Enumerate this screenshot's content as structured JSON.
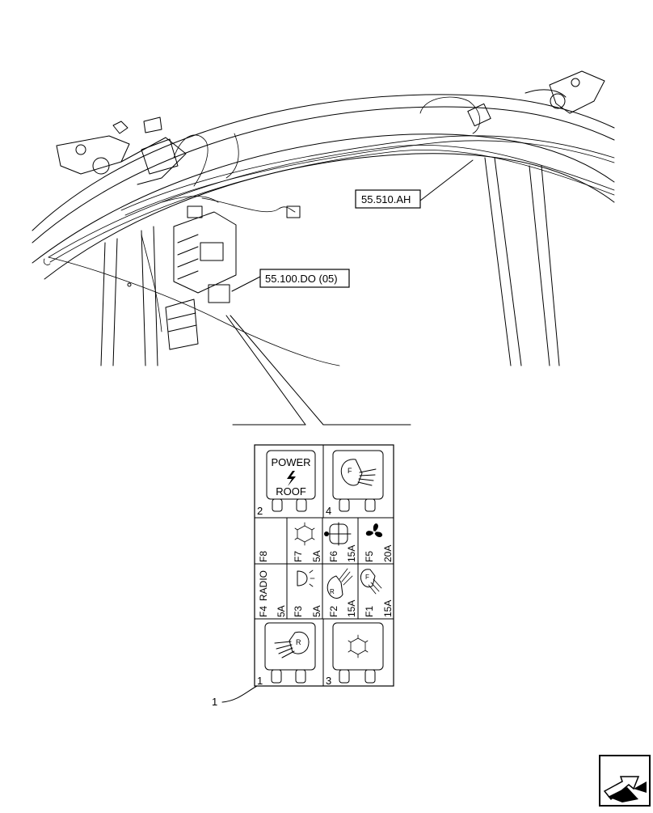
{
  "callouts": {
    "harness_ref": "55.510.AH",
    "fusebox_ref": "55.100.DO (05)",
    "item_number": "1"
  },
  "relays": {
    "r2": {
      "number": "2",
      "line1": "POWER",
      "line2": "ROOF",
      "icon": "lightning-icon"
    },
    "r4": {
      "number": "4",
      "icon": "front-work-light-icon",
      "badge": "F"
    },
    "r1": {
      "number": "1",
      "icon": "rear-work-light-icon",
      "badge": "R"
    },
    "r3": {
      "number": "3",
      "icon": "snowflake-icon"
    }
  },
  "fuses": {
    "f8": {
      "id": "F8",
      "rating": ""
    },
    "f7": {
      "id": "F7",
      "rating": "5A",
      "icon": "snowflake-icon"
    },
    "f6": {
      "id": "F6",
      "rating": "15A",
      "icon": "wiper-icon"
    },
    "f5": {
      "id": "F5",
      "rating": "20A",
      "icon": "fan-icon"
    },
    "f4": {
      "id": "F4",
      "rating": "5A",
      "label": "RADIO"
    },
    "f3": {
      "id": "F3",
      "rating": "5A",
      "icon": "interior-light-icon"
    },
    "f2": {
      "id": "F2",
      "rating": "15A",
      "icon": "rear-work-light-icon",
      "badge": "R"
    },
    "f1": {
      "id": "F1",
      "rating": "15A",
      "icon": "front-work-light-icon",
      "badge": "F"
    }
  }
}
